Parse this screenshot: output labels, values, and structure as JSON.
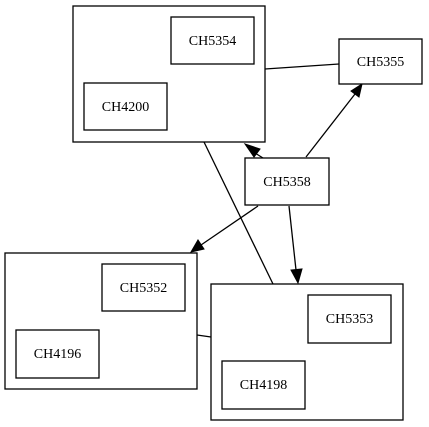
{
  "diagram": {
    "clusters": [
      {
        "id": "cluster-top",
        "nodes": [
          "CH5354",
          "CH4200"
        ]
      },
      {
        "id": "cluster-left",
        "nodes": [
          "CH5352",
          "CH4196"
        ]
      },
      {
        "id": "cluster-bottom",
        "nodes": [
          "CH5353",
          "CH4198"
        ]
      }
    ],
    "nodes": {
      "ch5354": "CH5354",
      "ch4200": "CH4200",
      "ch5355": "CH5355",
      "ch5358": "CH5358",
      "ch5352": "CH5352",
      "ch4196": "CH4196",
      "ch5353": "CH5353",
      "ch4198": "CH4198"
    },
    "edges": [
      {
        "from": "CH5354",
        "to": "CH5355",
        "directed": false
      },
      {
        "from": "CH5358",
        "to": "CH5354",
        "directed": true
      },
      {
        "from": "CH5358",
        "to": "CH5355",
        "directed": true
      },
      {
        "from": "CH5358",
        "to": "CH5352",
        "directed": true
      },
      {
        "from": "CH5358",
        "to": "CH5353",
        "directed": true
      },
      {
        "from": "CH4200",
        "to": "CH5353",
        "directed": false
      },
      {
        "from": "CH5352",
        "to": "CH5353",
        "directed": false
      }
    ]
  }
}
